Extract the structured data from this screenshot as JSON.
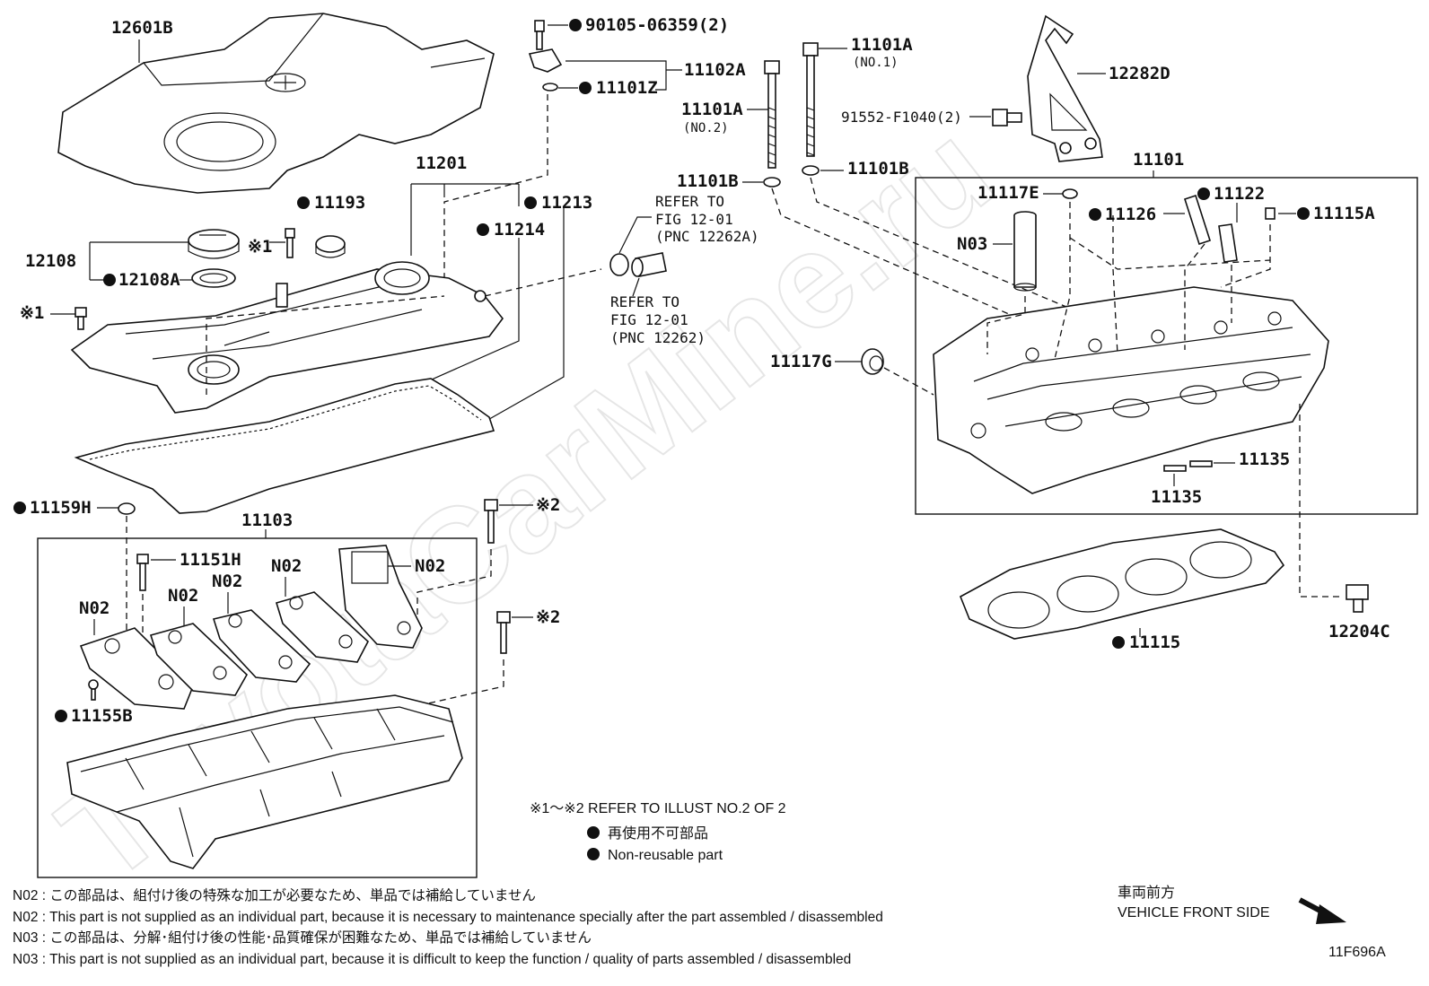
{
  "diagram_id": "11F696A",
  "watermark": "ToyotaCarMine.ru",
  "labels": {
    "l12601B": "12601B",
    "l90105": "90105-06359(2)",
    "l11102A": "11102A",
    "l11101Z": "11101Z",
    "l11201": "11201",
    "l11193": "11193",
    "l11213": "11213",
    "l11214": "11214",
    "l12108": "12108",
    "l12108A": "12108A",
    "lMark1a": "※1",
    "lMark1b": "※1",
    "l11101A_no1": "11101A",
    "l11101A_no1_sub": "(NO.1)",
    "l11101A_no2": "11101A",
    "l11101A_no2_sub": "(NO.2)",
    "l11101B_a": "11101B",
    "l11101B_b": "11101B",
    "l12282D": "12282D",
    "l91552": "91552-F1040(2)",
    "refer1_a": "REFER TO",
    "refer1_b": "FIG 12-01",
    "refer1_c": "(PNC 12262A)",
    "refer2_a": "REFER TO",
    "refer2_b": "FIG 12-01",
    "refer2_c": "(PNC 12262)",
    "l11101": "11101",
    "l11117E": "11117E",
    "l11122": "11122",
    "l11126": "11126",
    "l11115A": "11115A",
    "lN03": "N03",
    "l11117G": "11117G",
    "l11135a": "11135",
    "l11135b": "11135",
    "l11115": "11115",
    "l12204C": "12204C",
    "l11159H": "11159H",
    "l11103": "11103",
    "lMark2a": "※2",
    "lMark2b": "※2",
    "l11151H": "11151H",
    "lN02a": "N02",
    "lN02b": "N02",
    "lN02c": "N02",
    "lN02d": "N02",
    "lN02e": "N02",
    "l11155B": "11155B"
  },
  "legend": {
    "refer_illust": "※1～※2  REFER TO ILLUST NO.2 OF 2",
    "nonreusable_jp": "再使用不可部品",
    "nonreusable_en": "Non-reusable part"
  },
  "notes": {
    "n02_jp": "N02 : この部品は、組付け後の特殊な加工が必要なため、単品では補給していません",
    "n02_en": "N02 : This part is not supplied as an individual part, because it is necessary to maintenance specially after the part assembled / disassembled",
    "n03_jp": "N03 : この部品は、分解･組付け後の性能･品質確保が困難なため、単品では補給していません",
    "n03_en": "N03 : This part is not supplied as an individual part, because it is difficult to keep the function / quality of parts  assembled / disassembled"
  },
  "direction": {
    "jp": "車両前方",
    "en": "VEHICLE FRONT SIDE"
  }
}
